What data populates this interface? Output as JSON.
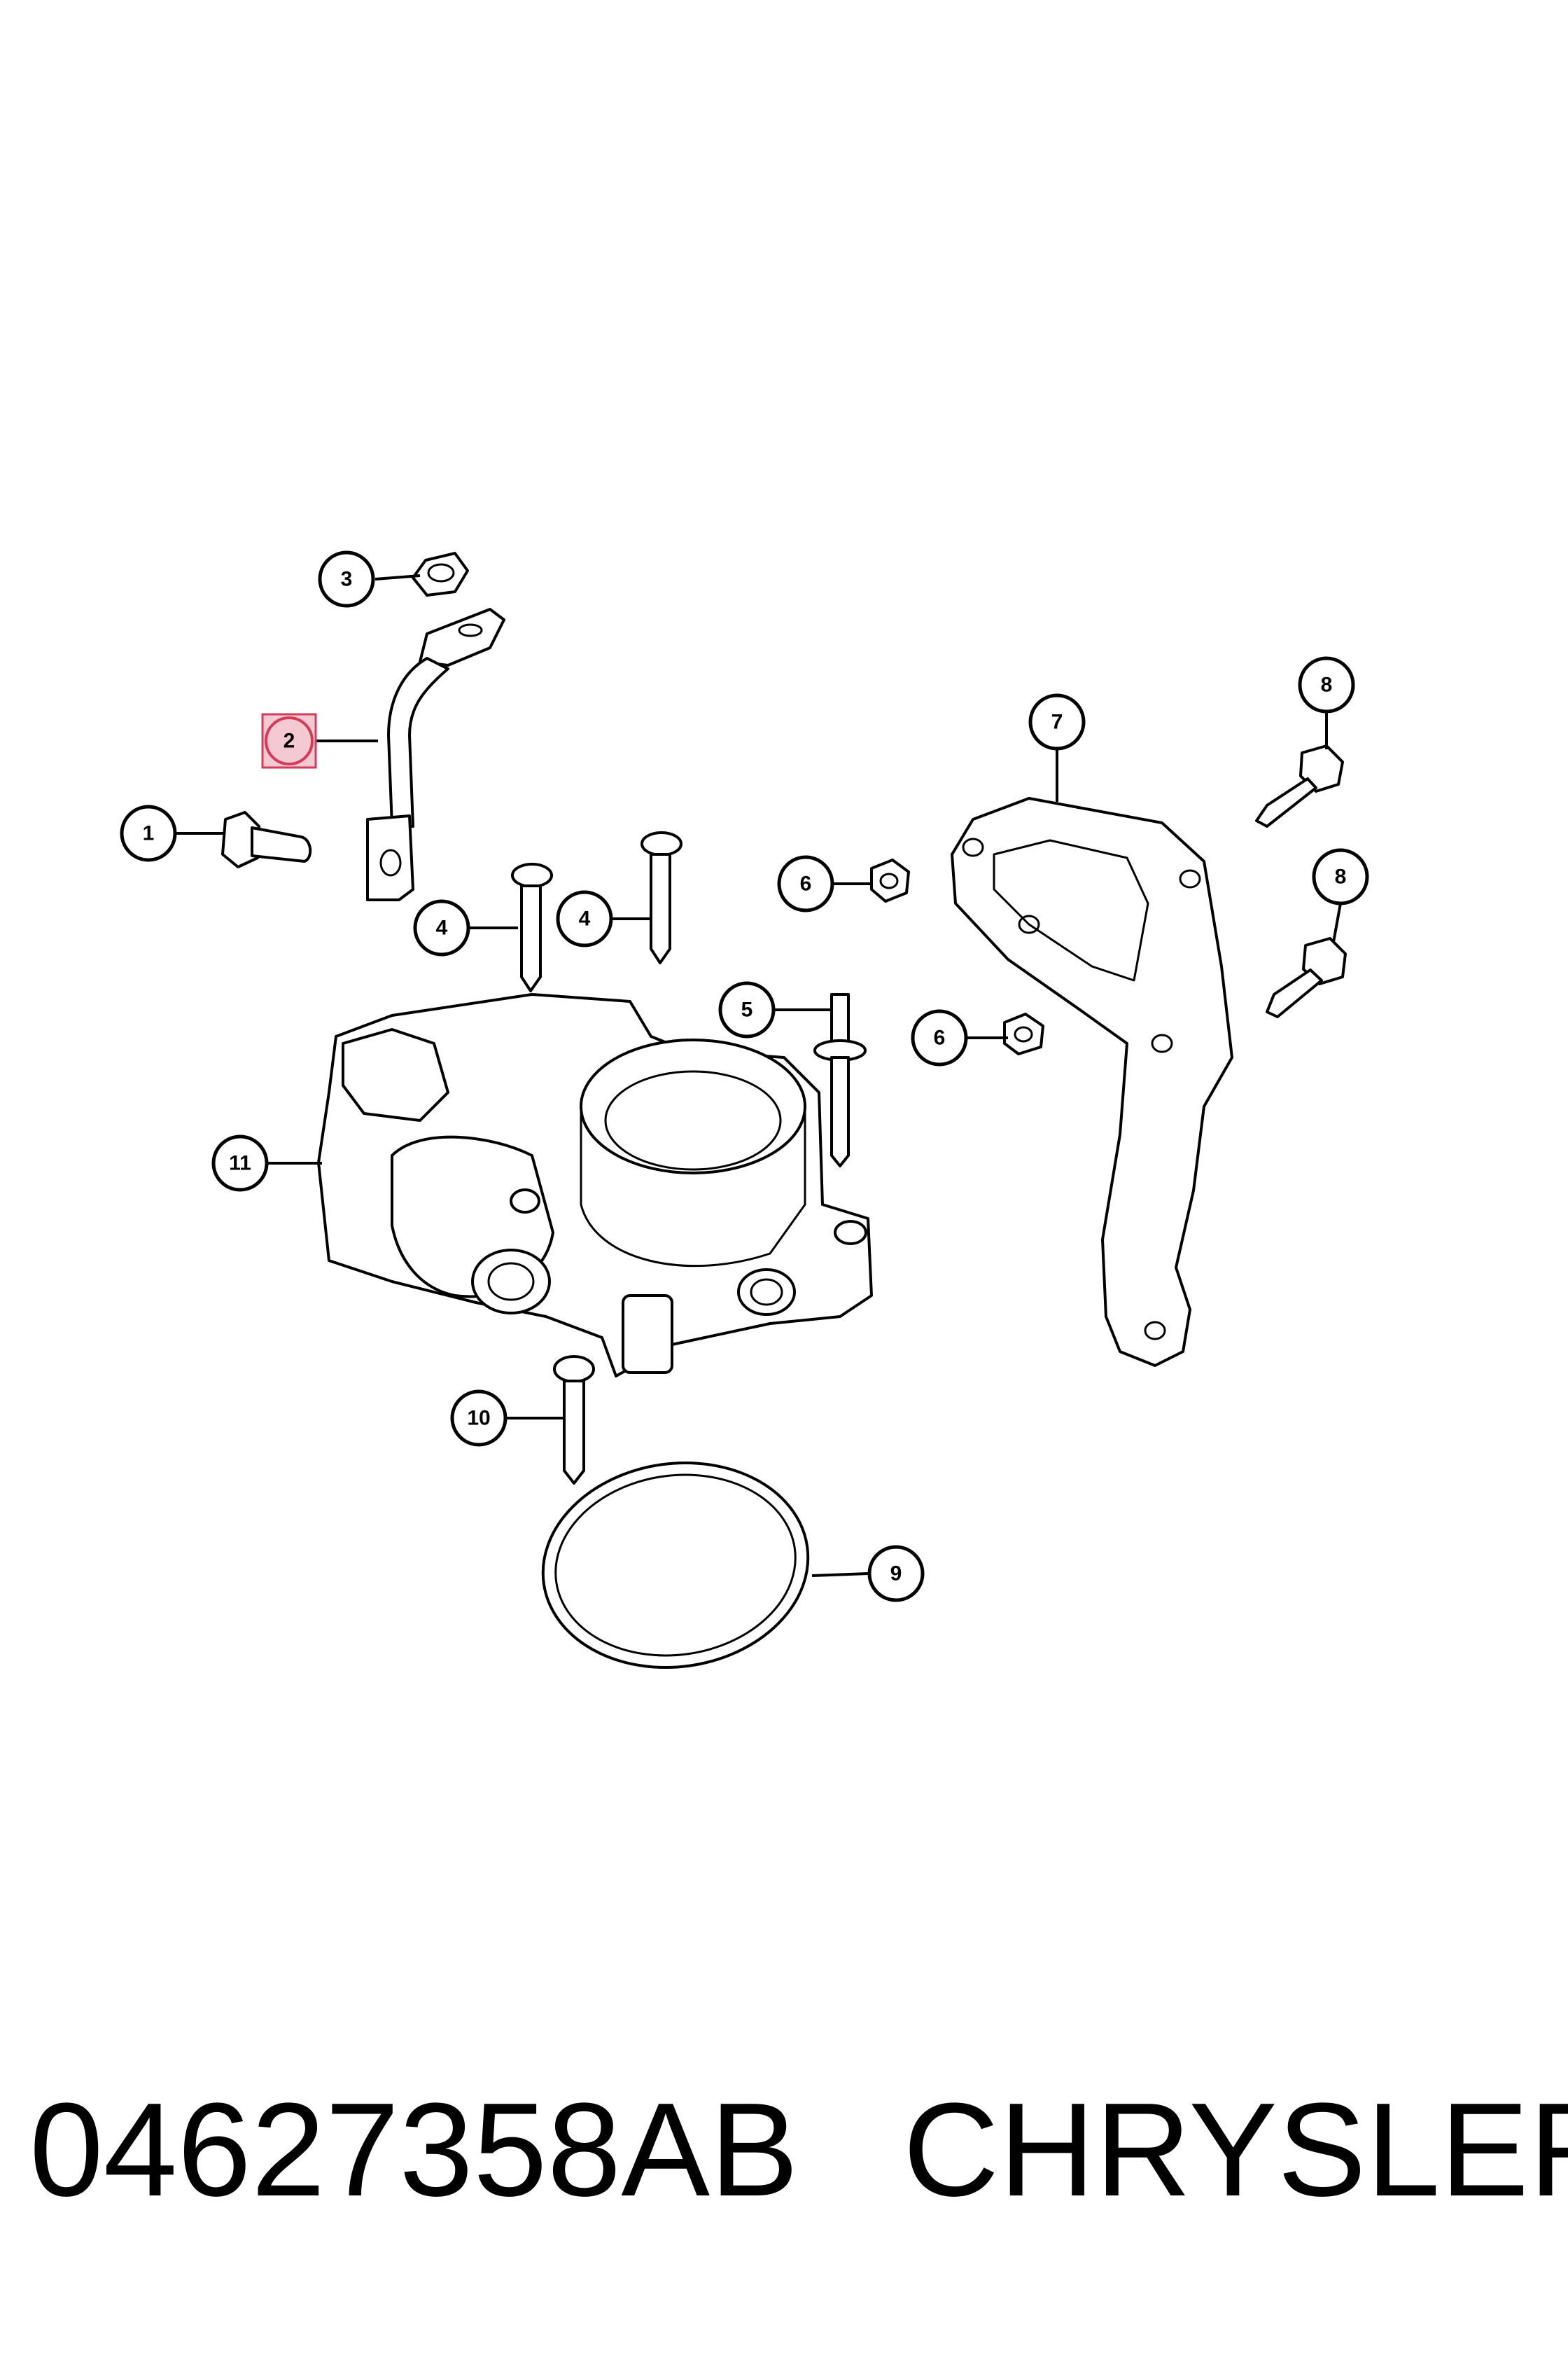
{
  "callouts": {
    "c1": "1",
    "c2": "2",
    "c3": "3",
    "c4a": "4",
    "c4b": "4",
    "c5": "5",
    "c6a": "6",
    "c6b": "6",
    "c7": "7",
    "c8a": "8",
    "c8b": "8",
    "c9": "9",
    "c10": "10",
    "c11": "11"
  },
  "highlight": {
    "callout": "2",
    "color": "#d23c5a"
  },
  "caption": {
    "part_number": "04627358AB",
    "brand": "CHRYSLER"
  }
}
